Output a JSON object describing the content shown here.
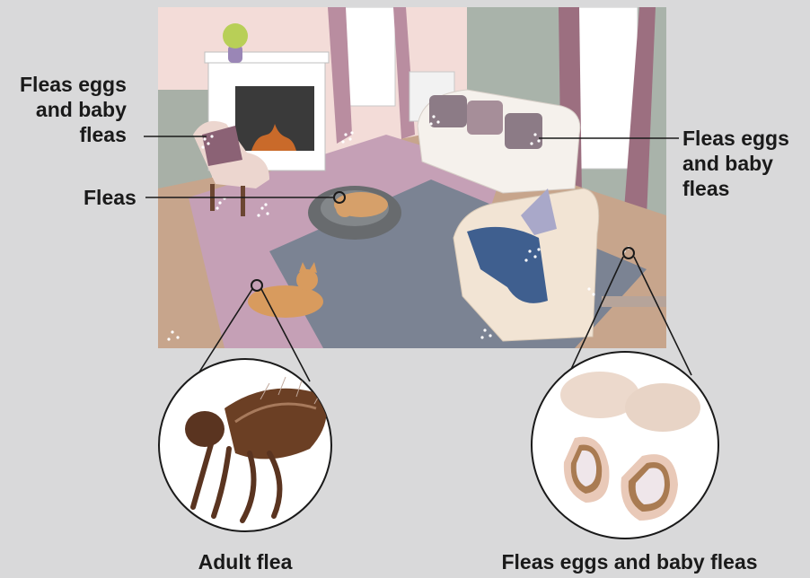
{
  "labels": {
    "top_left": [
      "Fleas eggs",
      "and baby",
      "fleas"
    ],
    "fleas": "Fleas",
    "top_right": [
      "Fleas eggs",
      "and baby",
      "fleas"
    ],
    "adult_flea": "Adult flea",
    "eggs_bottom": "Fleas eggs and baby fleas"
  },
  "colors": {
    "background": "#d9d9da",
    "wall": "#f3dcd8",
    "green_wall": "#a9b3aa",
    "curtain": "#b98da0",
    "floor": "#c7a58c",
    "rug": "#9b8fa6",
    "mat": "#7b8393",
    "sofa": "#f5f1ec",
    "armchair": "#f2e4d4",
    "blanket": "#3f5f8f",
    "flea": "#6b3f24",
    "egg": "#ecd9cc"
  },
  "icons": {
    "dog": "dog-icon",
    "cat": "cat-icon",
    "flea": "flea-icon",
    "eggs": "flea-egg-icon",
    "larvae": "flea-larva-icon"
  }
}
